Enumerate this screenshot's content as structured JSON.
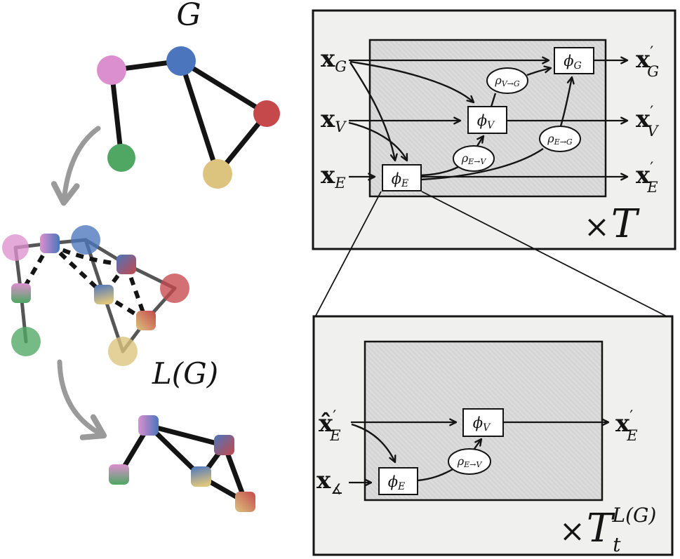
{
  "colors": {
    "pink": "#dc8fce",
    "blue": "#4b76bd",
    "red": "#c5484b",
    "green": "#4fa763",
    "yellow": "#dcc47e",
    "mid_edge_gray": "#565656",
    "arrow_gray": "#9a9a9a",
    "panel_bg": "#f0f0ee",
    "hatch_base": "#d5d5d5",
    "hatch_line": "#dfdfdf",
    "box_fill": "#ffffff",
    "line_black": "#141414"
  },
  "left": {
    "g_label": "G",
    "lg_label": "L(G)"
  },
  "gn": {
    "in_g": {
      "base": "x",
      "sub": "G"
    },
    "in_v": {
      "base": "x",
      "sub": "V"
    },
    "in_e": {
      "base": "x",
      "sub": "E"
    },
    "out_g": {
      "base": "x",
      "prime": "′",
      "sub": "G"
    },
    "out_v": {
      "base": "x",
      "prime": "′",
      "sub": "V"
    },
    "out_e": {
      "base": "x",
      "prime": "′",
      "sub": "E"
    },
    "phi_g": {
      "base": "ϕ",
      "sub": "G"
    },
    "phi_v": {
      "base": "ϕ",
      "sub": "V"
    },
    "phi_e": {
      "base": "ϕ",
      "sub": "E"
    },
    "rho_vg": {
      "base": "ρ",
      "sub": "V→G"
    },
    "rho_ev": {
      "base": "ρ",
      "sub": "E→V"
    },
    "rho_eg": {
      "base": "ρ",
      "sub": "E→G"
    },
    "repeat": {
      "times": "×",
      "base": "T"
    }
  },
  "lgn": {
    "in_e_hat": {
      "base": "x̂",
      "prime": "′",
      "sub": "E"
    },
    "in_angle": {
      "base": "x",
      "sub": "∡"
    },
    "out_e": {
      "base": "x",
      "prime": "′",
      "sub": "E"
    },
    "phi_v": {
      "base": "ϕ",
      "sub": "V"
    },
    "phi_e": {
      "base": "ϕ",
      "sub": "E"
    },
    "rho_ev": {
      "base": "ρ",
      "sub": "E→V"
    },
    "repeat": {
      "times": "×",
      "base": "T",
      "sub": "t",
      "sup": "L(G)"
    }
  }
}
